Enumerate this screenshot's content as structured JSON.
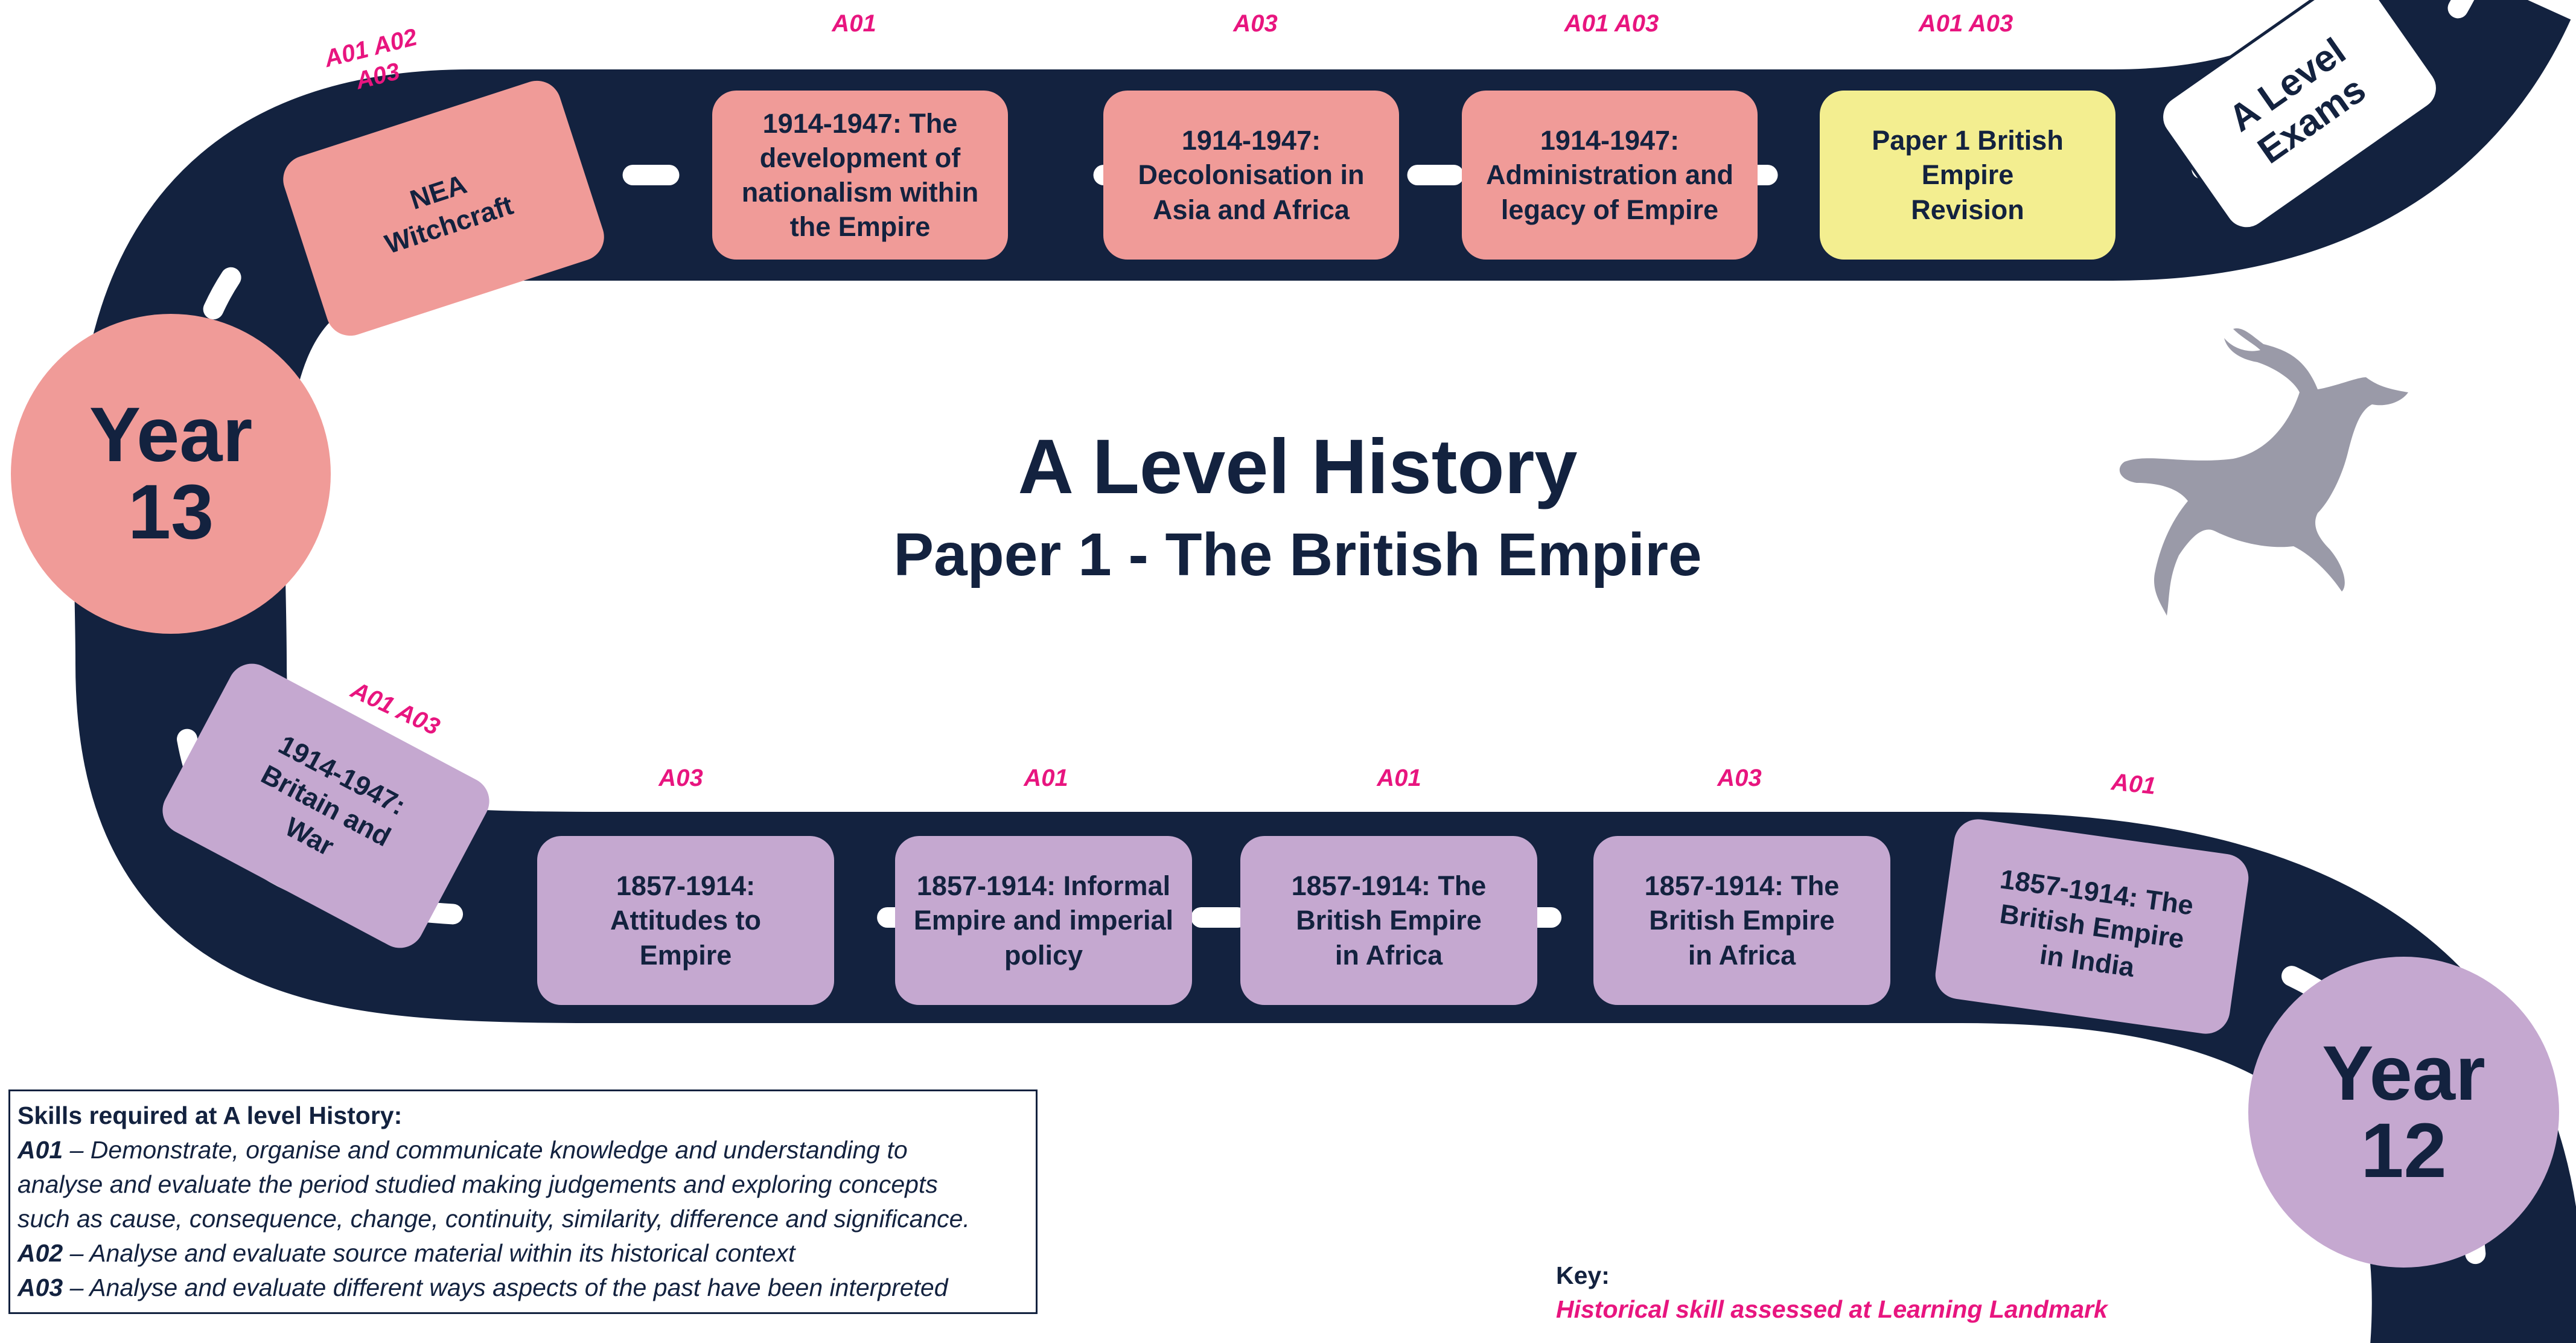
{
  "title": {
    "main": "A Level History",
    "sub": "Paper 1 - The British Empire"
  },
  "circles": {
    "year13": {
      "line1": "Year",
      "line2": "13",
      "color": "#f09b98"
    },
    "year12": {
      "line1": "Year",
      "line2": "12",
      "color": "#c5a8d0"
    }
  },
  "colors": {
    "road": "#13223f",
    "year13_topics": "#f09b98",
    "year12_topics": "#c5a8d0",
    "revision": "#f3ee90",
    "skill_text": "#e8157f"
  },
  "year13_topics": [
    {
      "label": "NEA Witchcraft",
      "skill": "A01 A02 A03"
    },
    {
      "label": "1914-1947: The development of nationalism within the Empire",
      "skill": "A01"
    },
    {
      "label": "1914-1947: Decolonisation in Asia and Africa",
      "skill": "A03"
    },
    {
      "label": "1914-1947: Administration and legacy of Empire",
      "skill": "A01 A03"
    },
    {
      "label": "Paper 1 British Empire Revision",
      "skill": "A01 A03"
    }
  ],
  "exams": {
    "label": "A Level Exams"
  },
  "year12_topics": [
    {
      "label": "1914-1947: Britain and War",
      "skill": "A01 A03"
    },
    {
      "label": "1857-1914: Attitudes to Empire",
      "skill": "A03"
    },
    {
      "label": "1857-1914: Informal Empire and imperial policy",
      "skill": "A01"
    },
    {
      "label": "1857-1914: The British Empire in Africa",
      "skill": "A01"
    },
    {
      "label": "1857-1914: The British Empire in Africa",
      "skill": "A03"
    },
    {
      "label": "1857-1914: The British Empire in India",
      "skill": "A01"
    }
  ],
  "skills_box": {
    "heading": "Skills required at A level History:",
    "a01_code": "A01",
    "a01_text": " – Demonstrate, organise and communicate knowledge and understanding to",
    "a01_text2": "analyse and evaluate the period studied making judgements and exploring concepts",
    "a01_text3": "such as cause, consequence, change, continuity, similarity, difference and significance.",
    "a02_code": "A02",
    "a02_text": " – Analyse and evaluate source material within its historical context",
    "a03_code": "A03",
    "a03_text": " – Analyse and evaluate different ways aspects of the past have been interpreted"
  },
  "key": {
    "label": "Key:",
    "text": "Historical skill assessed at Learning Landmark"
  },
  "decoration": {
    "animal": "stag-icon"
  }
}
